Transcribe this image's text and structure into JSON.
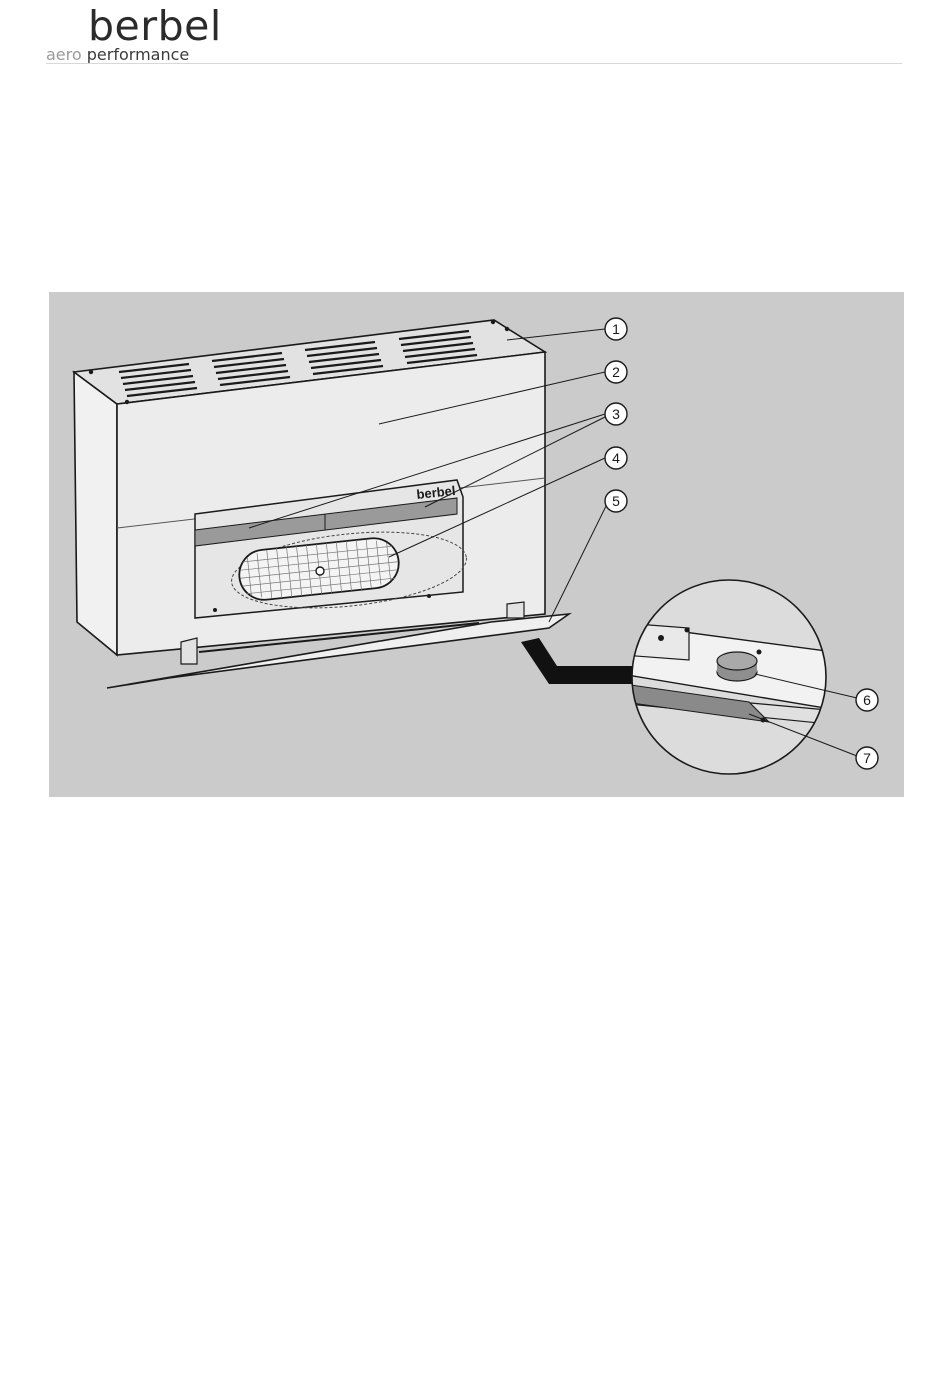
{
  "header": {
    "brand_word": "berbel",
    "tagline_light": "aero",
    "tagline_dark": "performance"
  },
  "figure": {
    "device_logo": "berbel",
    "callouts": [
      "1",
      "2",
      "3",
      "4",
      "5",
      "6",
      "7"
    ]
  },
  "colors": {
    "figure_background": "#cbcbcb",
    "device_fill": "#ebebeb",
    "outline": "#1a1a1a"
  }
}
